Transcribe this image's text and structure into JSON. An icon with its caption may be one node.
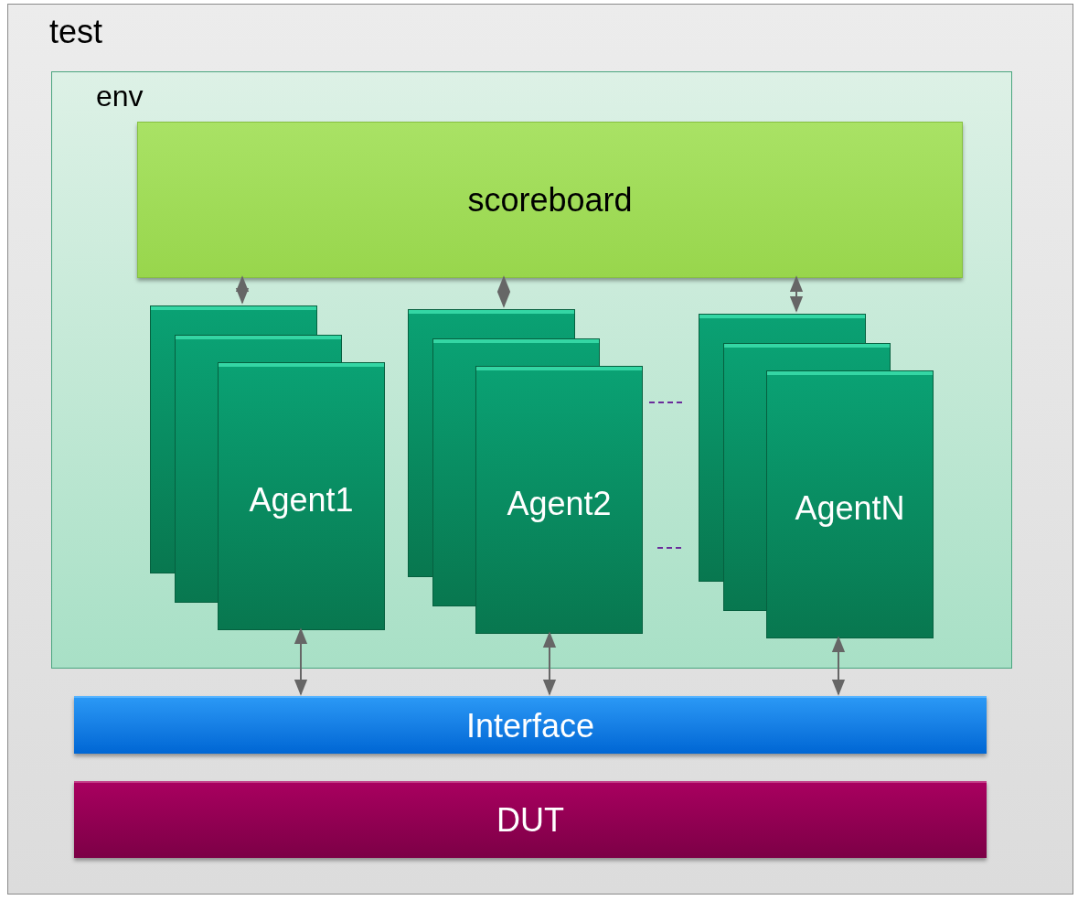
{
  "diagram": {
    "nodes": [
      {
        "text": [
          "test"
        ]
      },
      {
        "text": [
          "env"
        ],
        "in": 0
      },
      {
        "text": [
          "scoreboard"
        ],
        "in": 1
      },
      {
        "text": [
          "Agent1"
        ],
        "in": 1
      },
      {
        "text": [
          "Agent2"
        ],
        "in": 1
      },
      {
        "text": [
          "AgentN"
        ],
        "in": 1
      },
      {
        "text": [
          "Interface"
        ],
        "in": 0
      },
      {
        "text": [
          "DUT"
        ],
        "in": 0
      }
    ],
    "edges": [
      {
        "from": 2,
        "to": 3,
        "arrow": "both"
      },
      {
        "from": 2,
        "to": 4,
        "arrow": "both"
      },
      {
        "from": 2,
        "to": 5,
        "arrow": "both"
      },
      {
        "from": 3,
        "to": 6,
        "arrow": "both"
      },
      {
        "from": 4,
        "to": 6,
        "arrow": "both"
      },
      {
        "from": 5,
        "to": 6,
        "arrow": "both"
      }
    ]
  }
}
